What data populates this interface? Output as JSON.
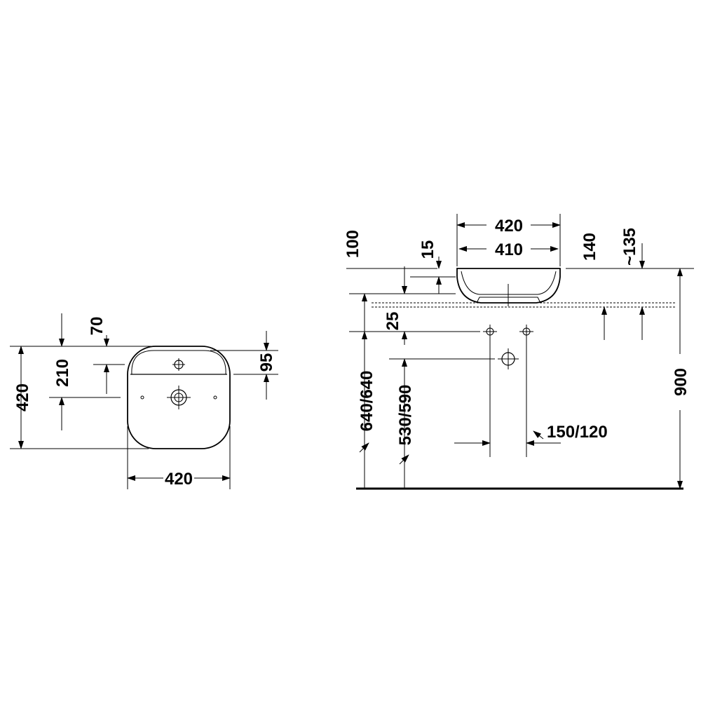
{
  "plan_view": {
    "overall_depth": "420",
    "overflow_depth": "210",
    "front_offset": "70",
    "tap_hole_offset": "95",
    "overall_width": "420"
  },
  "elevation_view": {
    "overall_width": "420",
    "inner_width": "410",
    "offset_100": "100",
    "rim_15": "15",
    "offset_140": "140",
    "height_135": "~135",
    "offset_25": "25",
    "height_900": "900",
    "height_640": "640/640",
    "height_530": "530/590",
    "spacing_150": "150/120"
  }
}
